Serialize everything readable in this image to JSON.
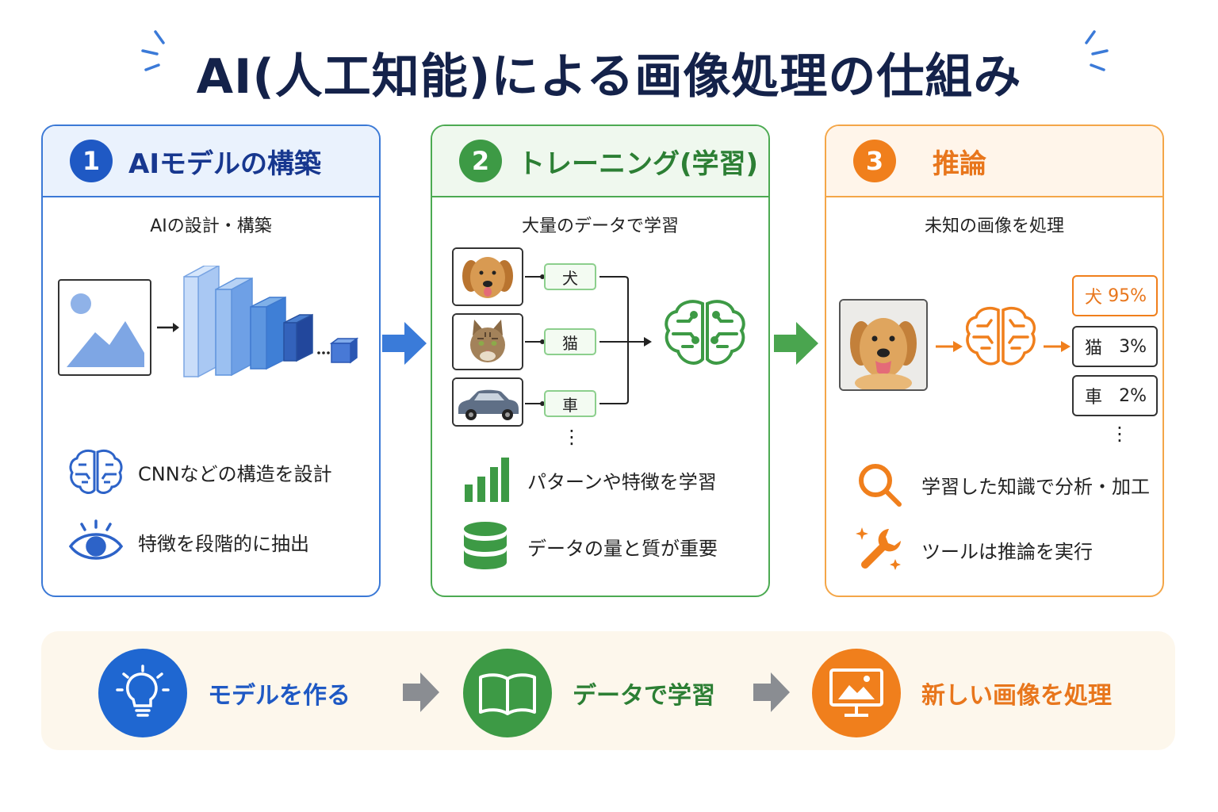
{
  "title": "AI(人工知能)による画像処理の仕組み",
  "panels": [
    {
      "number": "1",
      "title": "AIモデルの構築",
      "subtitle": "AIの設計・構築",
      "features": [
        "CNNなどの構造を設計",
        "特徴を段階的に抽出"
      ]
    },
    {
      "number": "2",
      "title": "トレーニング(学習)",
      "subtitle": "大量のデータで学習",
      "labels": [
        "犬",
        "猫",
        "車"
      ],
      "ellipsis": "⋮",
      "features": [
        "パターンや特徴を学習",
        "データの量と質が重要"
      ]
    },
    {
      "number": "3",
      "title": "推論",
      "subtitle": "未知の画像を処理",
      "results": [
        {
          "label": "犬",
          "value": "95%"
        },
        {
          "label": "猫",
          "value": "3%"
        },
        {
          "label": "車",
          "value": "2%"
        }
      ],
      "ellipsis": "⋮",
      "features": [
        "学習した知識で分析・加工",
        "ツールは推論を実行"
      ]
    }
  ],
  "bottom": {
    "steps": [
      "モデルを作る",
      "データで学習",
      "新しい画像を処理"
    ]
  },
  "colors": {
    "blue": "#1f59c4",
    "green": "#3d9a45",
    "orange": "#f07f1c",
    "title": "#14224a"
  },
  "icons": [
    "brain-icon",
    "eye-icon",
    "bar-chart-icon",
    "database-icon",
    "search-icon",
    "wrench-icon",
    "lightbulb-icon",
    "book-icon",
    "monitor-image-icon"
  ]
}
